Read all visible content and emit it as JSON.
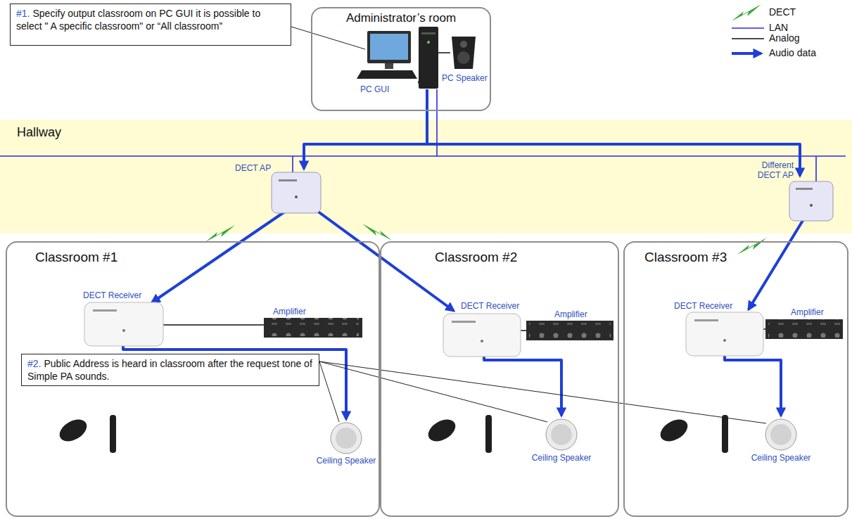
{
  "diagram": {
    "nodes": [
      {
        "text": [
          "#1.",
          "Specify output classroom on PC GUI it is possible to select \" A specific classroom\" or “All classroom”"
        ]
      },
      {
        "text": [
          "Administrator’s room"
        ]
      },
      {
        "text": [
          "Hallway"
        ]
      },
      {
        "text": [
          "Classroom #1"
        ]
      },
      {
        "text": [
          "#2.",
          "Public Address is heard in classroom after the request tone of Simple PA sounds."
        ],
        "in": 3
      },
      {
        "text": [
          "Classroom #2"
        ]
      },
      {
        "text": [
          "Classroom #3"
        ]
      }
    ],
    "labels": [
      "PC GUI",
      "PC Speaker",
      "DECT AP",
      "Different DECT AP",
      "DECT Receiver",
      "Amplifier",
      "Ceiling Speaker",
      "DECT Receiver",
      "Amplifier",
      "Ceiling Speaker",
      "DECT Receiver",
      "Amplifier",
      "Ceiling Speaker"
    ],
    "legend": [
      {
        "text": "DECT"
      },
      {
        "text": "LAN"
      },
      {
        "text": "Analog"
      },
      {
        "text": "Audio data"
      }
    ]
  }
}
